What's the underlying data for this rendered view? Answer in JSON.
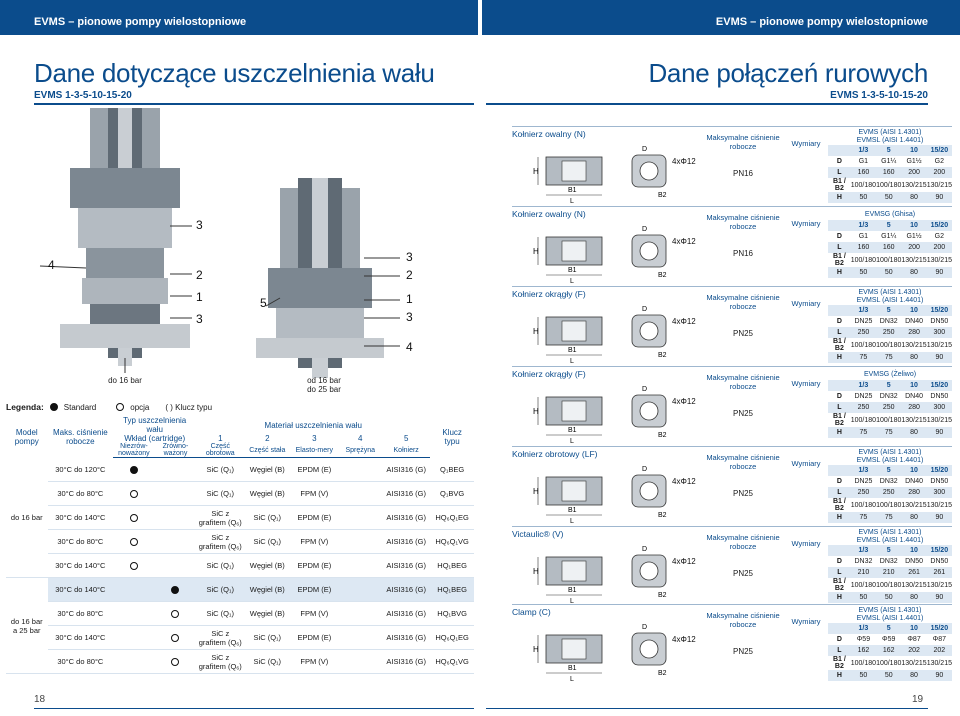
{
  "header": {
    "left": "EVMS – pionowe pompy wielostopniowe",
    "right": "EVMS – pionowe pompy wielostopniowe"
  },
  "left_page": {
    "title": "Dane dotyczące uszczelnienia wału",
    "subtitle": "EVMS 1-3-5-10-15-20",
    "page_number": "18",
    "diagram_labels": {
      "l4": "4",
      "l3a": "3",
      "l2a": "2",
      "l1a": "1",
      "l3b": "3",
      "l5": "5",
      "r3a": "3",
      "r2": "2",
      "r1": "1",
      "r3b": "3",
      "r4": "4"
    },
    "caption_left": "do 16 bar",
    "caption_right": [
      "od 16 bar",
      "do 25 bar"
    ],
    "legend": {
      "label": "Legenda:",
      "standard": "Standard",
      "option": "opcja",
      "key": "( ) Klucz typu"
    },
    "seal_table": {
      "h_model": [
        "Model",
        "pompy"
      ],
      "h_pressure": [
        "Maks. ciśnienie",
        "robocze"
      ],
      "h_type": "Typ uszczelnienia wału",
      "h_cartridge": "Wkład (cartridge)",
      "h_unbal": [
        "Niezrów-",
        "noważony"
      ],
      "h_bal": [
        "Zrówno-",
        "ważony"
      ],
      "h_material": "Materiał uszczelnienia wału",
      "h_m1": "1",
      "h_m2": "2",
      "h_m3": "3",
      "h_m4": "4",
      "h_m5": "5",
      "h_c1": [
        "Część",
        "obrotowa"
      ],
      "h_c2": "Część stała",
      "h_c3": "Elasto-mery",
      "h_c4": "Sprężyna",
      "h_c5": "Kołnierz",
      "h_key": [
        "Klucz",
        "typu"
      ],
      "group1": "do 16 bar",
      "group2": [
        "do 16 bar",
        "a 25 bar"
      ],
      "rows": [
        {
          "temp": "30°C do 120°C",
          "unbal": "std",
          "bal": "",
          "m1": "SiC (Q₁)",
          "m2": "Węgiel (B)",
          "m3": "EPDM (E)",
          "m5": "AISI316 (G)",
          "key": "Q₁BEG"
        },
        {
          "temp": "30°C do 80°C",
          "unbal": "opt",
          "bal": "",
          "m1": "SiC (Q₁)",
          "m2": "Węgiel (B)",
          "m3": "FPM (V)",
          "m5": "AISI316 (G)",
          "key": "Q₁BVG"
        },
        {
          "temp": "30°C do 140°C",
          "unbal": "opt",
          "bal": "",
          "m1": "SiC z grafitem (Q₆)",
          "m2": "SiC (Q₁)",
          "m3": "EPDM (E)",
          "m5": "AISI316 (G)",
          "key": "HQ₆Q₁EG"
        },
        {
          "temp": "30°C do 80°C",
          "unbal": "opt",
          "bal": "",
          "m1": "SiC z grafitem (Q₆)",
          "m2": "SiC (Q₁)",
          "m3": "FPM (V)",
          "m5": "AISI316 (G)",
          "key": "HQ₆Q₁VG"
        },
        {
          "temp": "30°C do 140°C",
          "unbal": "opt",
          "bal": "",
          "m1": "SiC (Q₁)",
          "m2": "Węgiel (B)",
          "m3": "EPDM (E)",
          "m5": "AISI316 (G)",
          "key": "HQ₁BEG"
        },
        {
          "temp": "30°C do 140°C",
          "unbal": "",
          "bal": "std",
          "m1": "SiC (Q₁)",
          "m2": "Węgiel (B)",
          "m3": "EPDM (E)",
          "m5": "AISI316 (G)",
          "key": "HQ₁BEG"
        },
        {
          "temp": "30°C do 80°C",
          "unbal": "",
          "bal": "opt",
          "m1": "SiC (Q₁)",
          "m2": "Węgiel (B)",
          "m3": "FPM (V)",
          "m5": "AISI316 (G)",
          "key": "HQ₁BVG"
        },
        {
          "temp": "30°C do 140°C",
          "unbal": "",
          "bal": "opt",
          "m1": "SiC z grafitem (Q₆)",
          "m2": "SiC (Q₁)",
          "m3": "EPDM (E)",
          "m5": "AISI316 (G)",
          "key": "HQ₆Q₁EG"
        },
        {
          "temp": "30°C do 80°C",
          "unbal": "",
          "bal": "opt",
          "m1": "SiC z grafitem (Q₆)",
          "m2": "SiC (Q₁)",
          "m3": "FPM (V)",
          "m5": "AISI316 (G)",
          "key": "HQ₆Q₁VG"
        }
      ]
    }
  },
  "right_page": {
    "title": "Dane połączeń rurowych",
    "subtitle": "EVMS 1-3-5-10-15-20",
    "page_number": "19",
    "pressure_label": [
      "Maksymalne ciśnienie",
      "robocze"
    ],
    "dims_label": "Wymiary",
    "holes": "4xΦ12",
    "cols": [
      "1/3",
      "5",
      "10",
      "15/20"
    ],
    "keys": [
      "D",
      "L",
      "B1 / B2",
      "H"
    ],
    "blocks": [
      {
        "name": "Kołnierz owalny (N)",
        "pn": "PN16",
        "group": [
          "EVMS (AISI 1.4301)",
          "EVMSL (AISI 1.4401)"
        ],
        "rows": [
          [
            "G1",
            "G1¼",
            "G1½",
            "G2"
          ],
          [
            "160",
            "160",
            "200",
            "200"
          ],
          [
            "100/180",
            "100/180",
            "130/215",
            "130/215"
          ],
          [
            "50",
            "50",
            "80",
            "90"
          ]
        ]
      },
      {
        "name": "Kołnierz owalny (N)",
        "pn": "PN16",
        "group": [
          "EVMSG (Ghisa)"
        ],
        "rows": [
          [
            "G1",
            "G1¼",
            "G1½",
            "G2"
          ],
          [
            "160",
            "160",
            "200",
            "200"
          ],
          [
            "100/180",
            "100/180",
            "130/215",
            "130/215"
          ],
          [
            "50",
            "50",
            "80",
            "90"
          ]
        ]
      },
      {
        "name": "Kołnierz okrągły (F)",
        "pn": "PN25",
        "group": [
          "EVMS (AISI 1.4301)",
          "EVMSL (AISI 1.4401)"
        ],
        "rows": [
          [
            "DN25",
            "DN32",
            "DN40",
            "DN50"
          ],
          [
            "250",
            "250",
            "280",
            "300"
          ],
          [
            "100/180",
            "100/180",
            "130/215",
            "130/215"
          ],
          [
            "75",
            "75",
            "80",
            "90"
          ]
        ]
      },
      {
        "name": "Kołnierz okrągły (F)",
        "pn": "PN25",
        "group": [
          "EVMSG (Żeliwo)"
        ],
        "rows": [
          [
            "DN25",
            "DN32",
            "DN40",
            "DN50"
          ],
          [
            "250",
            "250",
            "280",
            "300"
          ],
          [
            "100/180",
            "100/180",
            "130/215",
            "130/215"
          ],
          [
            "75",
            "75",
            "80",
            "90"
          ]
        ]
      },
      {
        "name": "Kołnierz obrotowy (LF)",
        "pn": "PN25",
        "group": [
          "EVMS (AISI 1.4301)",
          "EVMSL (AISI 1.4401)"
        ],
        "rows": [
          [
            "DN25",
            "DN32",
            "DN40",
            "DN50"
          ],
          [
            "250",
            "250",
            "280",
            "300"
          ],
          [
            "100/180",
            "100/180",
            "130/215",
            "130/215"
          ],
          [
            "75",
            "75",
            "80",
            "90"
          ]
        ]
      },
      {
        "name": "Victaulic® (V)",
        "pn": "PN25",
        "group": [
          "EVMS (AISI 1.4301)",
          "EVMSL (AISI 1.4401)"
        ],
        "rows": [
          [
            "DN32",
            "DN32",
            "DN50",
            "DN50"
          ],
          [
            "210",
            "210",
            "261",
            "261"
          ],
          [
            "100/180",
            "100/180",
            "130/215",
            "130/215"
          ],
          [
            "50",
            "50",
            "80",
            "90"
          ]
        ]
      },
      {
        "name": "Clamp (C)",
        "pn": "PN25",
        "group": [
          "EVMS (AISI 1.4301)",
          "EVMSL (AISI 1.4401)"
        ],
        "rows": [
          [
            "Φ59",
            "Φ59",
            "Φ87",
            "Φ87"
          ],
          [
            "162",
            "162",
            "202",
            "202"
          ],
          [
            "100/180",
            "100/180",
            "130/215",
            "130/215"
          ],
          [
            "50",
            "50",
            "80",
            "90"
          ]
        ]
      }
    ]
  },
  "colors": {
    "brand": "#0b4c8c",
    "shade": "#dde8f3"
  }
}
